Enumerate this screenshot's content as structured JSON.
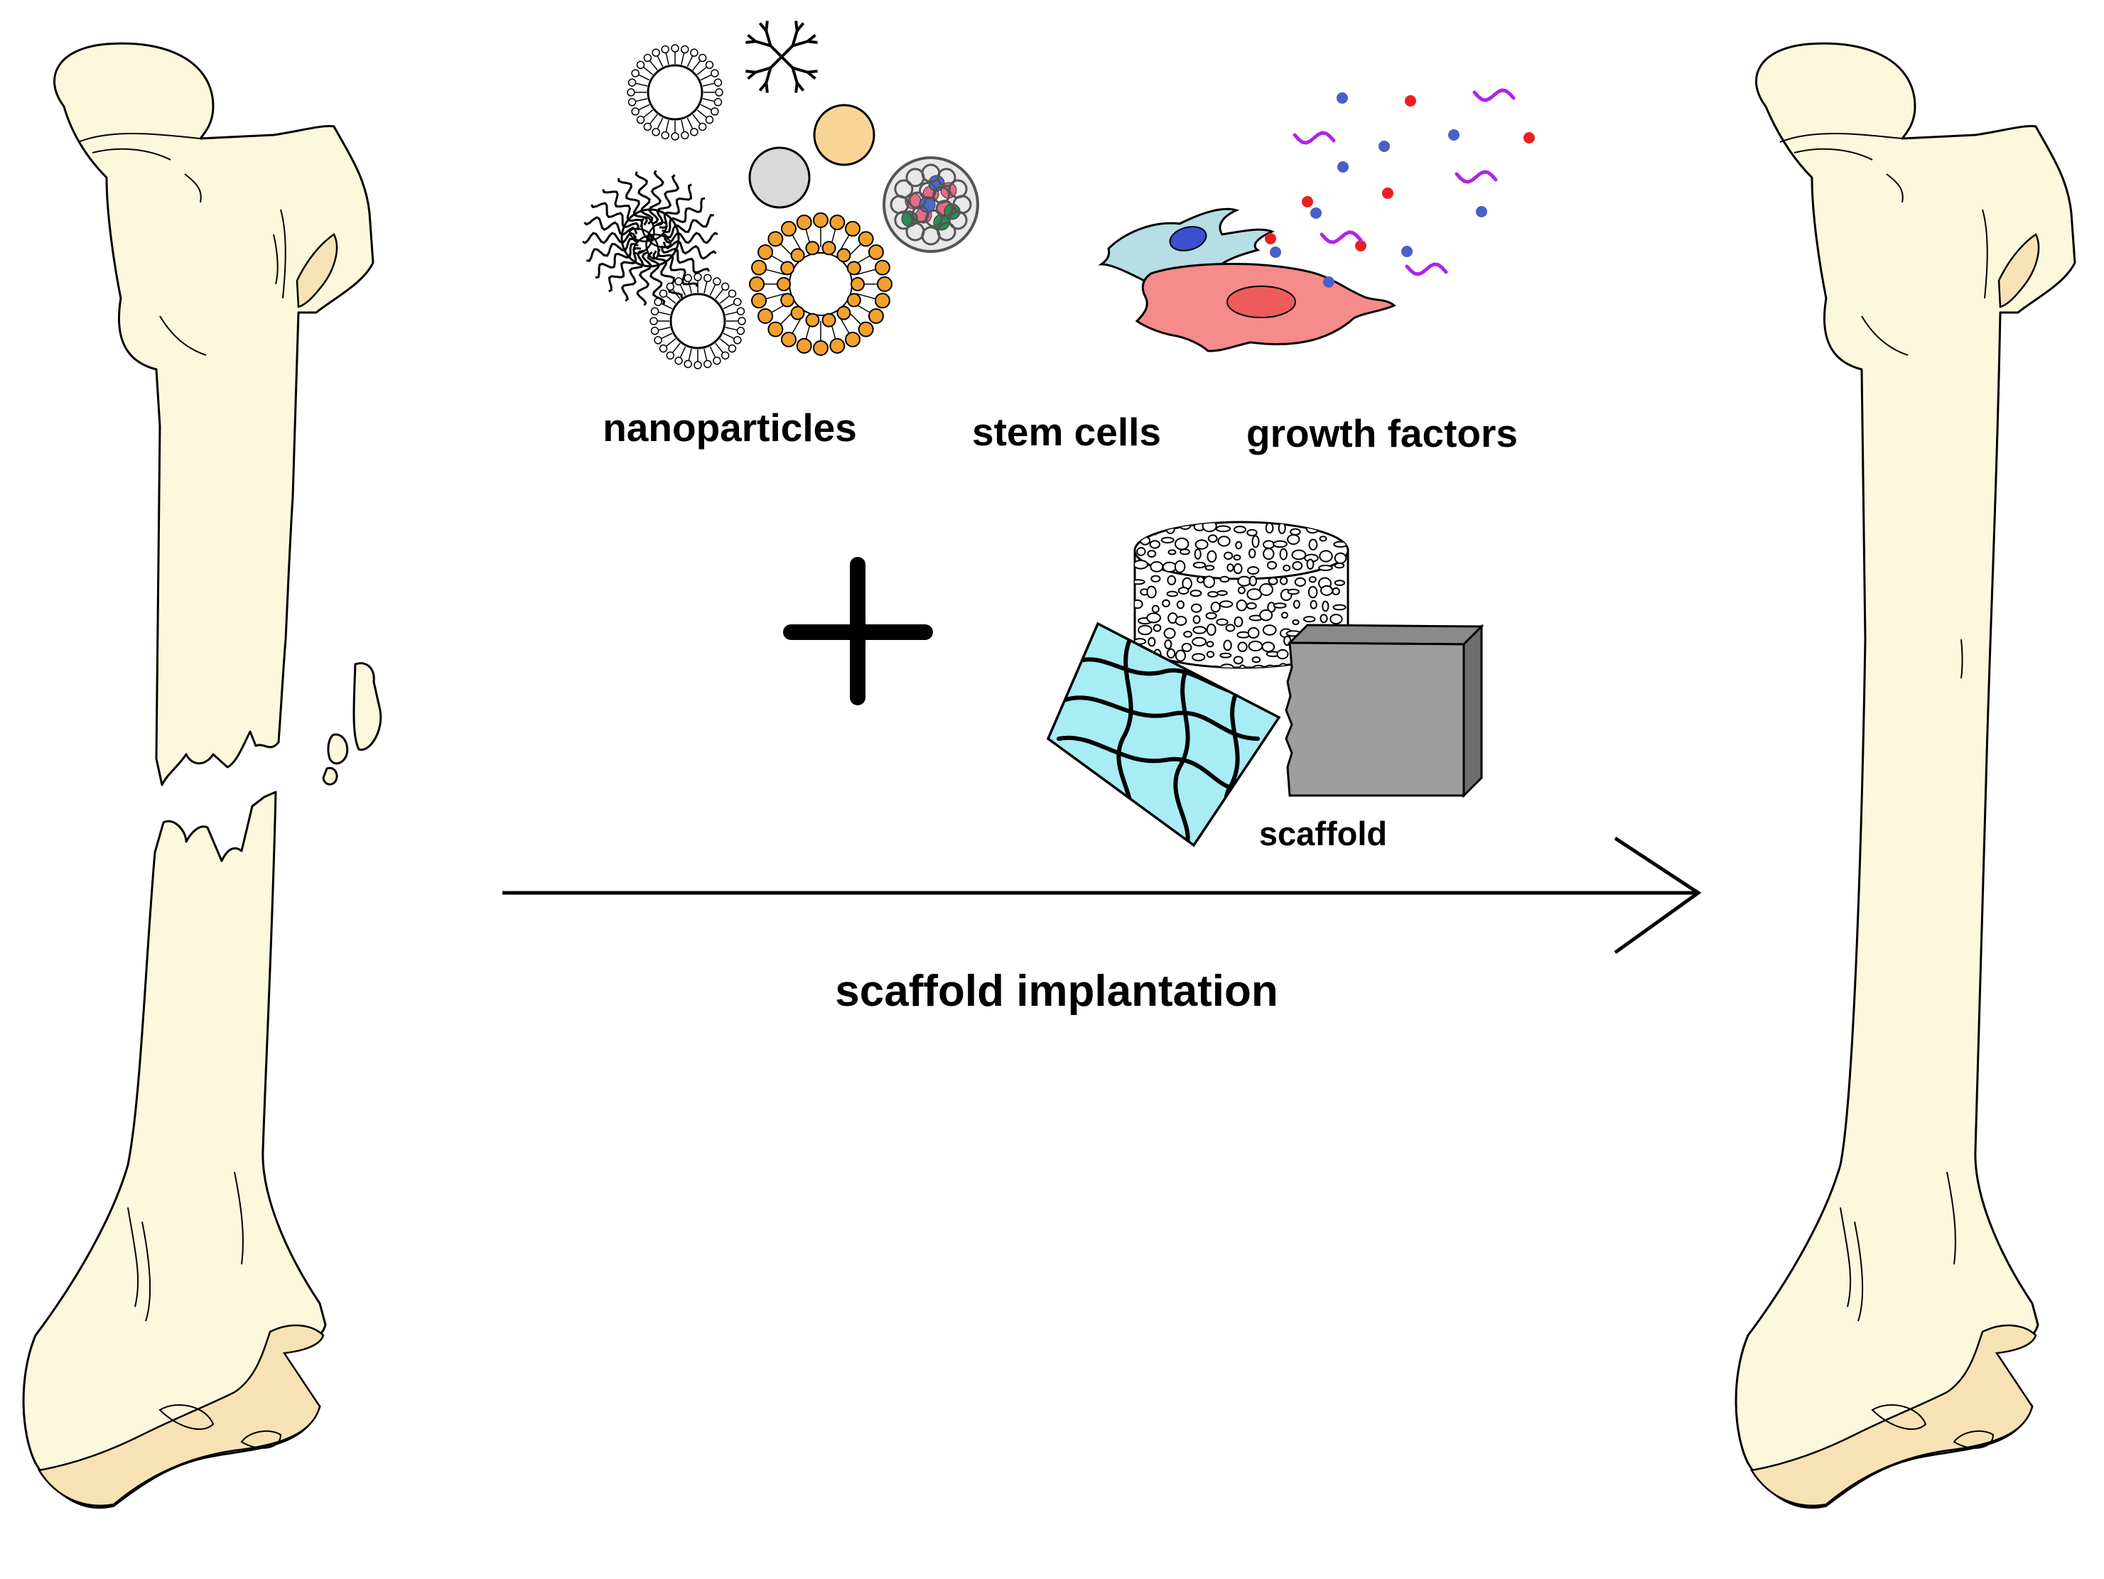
{
  "labels": {
    "nanoparticles": "nanoparticles",
    "stem_cells": "stem cells",
    "growth_factors": "growth factors",
    "scaffold": "scaffold",
    "arrow_caption": "scaffold implantation"
  },
  "colors": {
    "bone": "#fbf8dc",
    "cartilage": "#f6e2b4",
    "outline": "#000000",
    "liposome_shell": "#f2a12e",
    "gray_particle": "#d9d9d9",
    "tan_particle": "#f8d596",
    "blue_cell": "#b7dde5",
    "red_cell": "#f58b8b",
    "hydrogel": "#a8ecf4",
    "solid_block": "#9e9e9e",
    "gf_red": "#e8201f",
    "gf_blue": "#4a5fc8",
    "gf_purple": "#b024e8"
  },
  "icons": [
    "fractured-femur",
    "healed-femur",
    "liposome",
    "dendrimer",
    "micelle",
    "metal-nanoparticle",
    "polymer-nanoparticle",
    "fullerene-cage",
    "solid-lipid-nanoparticle",
    "mesenchymal-stem-cell",
    "osteoblast",
    "growth-factor-molecules",
    "plus-sign",
    "porous-scaffold",
    "hydrogel-scaffold",
    "solid-scaffold",
    "arrow-right"
  ]
}
